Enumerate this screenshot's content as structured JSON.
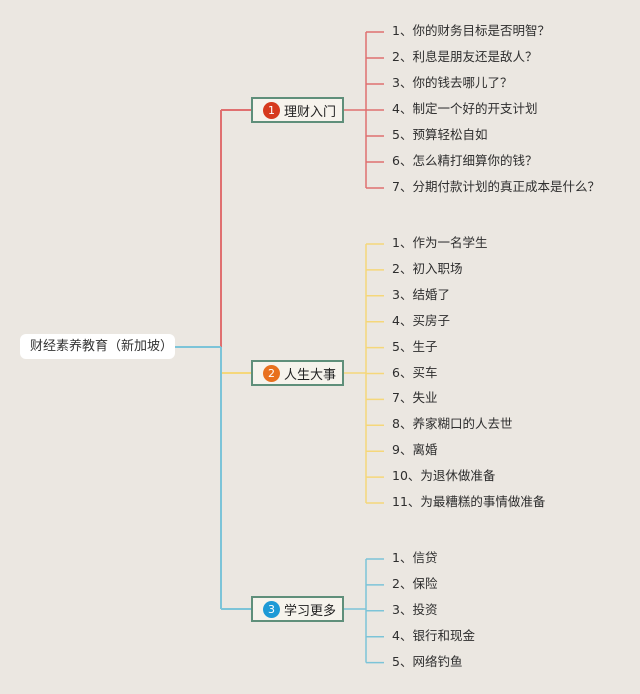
{
  "root": {
    "label": "财经素养教育（新加坡）"
  },
  "branches": [
    {
      "number": "1",
      "label": "理财入门",
      "color": "#e07070",
      "badge_color": "#d63a1e",
      "items": [
        "1、你的财务目标是否明智？",
        "2、利息是朋友还是敌人？",
        "3、你的钱去哪儿了？",
        "4、制定一个好的开支计划",
        "5、预算轻松自如",
        "6、怎么精打细算你的钱？",
        "7、分期付款计划的真正成本是什么？"
      ]
    },
    {
      "number": "2",
      "label": "人生大事",
      "color": "#f5d77a",
      "badge_color": "#e8701e",
      "items": [
        "1、作为一名学生",
        "2、初入职场",
        "3、结婚了",
        "4、买房子",
        "5、生子",
        "6、买车",
        "7、失业",
        "8、养家糊口的人去世",
        "9、离婚",
        "10、为退休做准备",
        "11、为最糟糕的事情做准备"
      ]
    },
    {
      "number": "3",
      "label": "学习更多",
      "color": "#7cc4d8",
      "badge_color": "#1e9ad6",
      "items": [
        "1、信贷",
        "2、保险",
        "3、投资",
        "4、银行和现金",
        "5、网络钓鱼"
      ]
    }
  ]
}
